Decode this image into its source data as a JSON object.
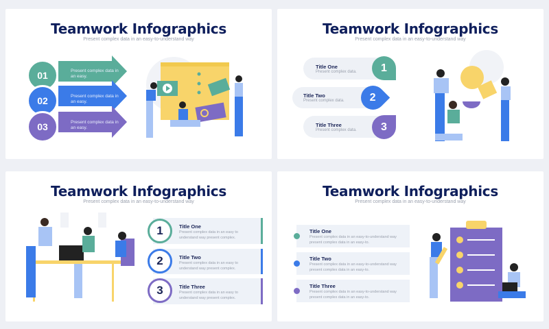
{
  "colors": {
    "teal": "#5aad9a",
    "blue": "#3b7be8",
    "purple": "#7d6bc4",
    "navy": "#0f1f5c"
  },
  "slides": [
    {
      "title": "Teamwork Infographics",
      "subtitle": "Present complex data in an easy-to-understand way",
      "items": [
        {
          "num": "01",
          "text": "Present complex data in an easy."
        },
        {
          "num": "02",
          "text": "Present complex data in an easy."
        },
        {
          "num": "03",
          "text": "Present complex data in an easy."
        }
      ]
    },
    {
      "title": "Teamwork Infographics",
      "subtitle": "Present complex data in an easy-to-understand way",
      "items": [
        {
          "num": "1",
          "title": "Title One",
          "text": "Present complex data."
        },
        {
          "num": "2",
          "title": "Title Two",
          "text": "Present complex data."
        },
        {
          "num": "3",
          "title": "Title Three",
          "text": "Present complex data."
        }
      ]
    },
    {
      "title": "Teamwork Infographics",
      "subtitle": "Present complex data in an easy-to-understand way",
      "items": [
        {
          "num": "1",
          "title": "Title One",
          "text": "Present complex data in an easy to understand way present complex."
        },
        {
          "num": "2",
          "title": "Title Two",
          "text": "Present complex data in an easy to understand way present complex."
        },
        {
          "num": "3",
          "title": "Title Three",
          "text": "Present complex data in an easy to understand way present complex."
        }
      ]
    },
    {
      "title": "Teamwork Infographics",
      "subtitle": "Present complex data in an easy-to-understand way",
      "items": [
        {
          "title": "Title One",
          "text": "Present complex data in an easy-to-understand way present complex data in an easy-to."
        },
        {
          "title": "Title Two",
          "text": "Present complex data in an easy-to-understand way present complex data in an easy-to."
        },
        {
          "title": "Title Three",
          "text": "Present complex data in an easy-to-understand way present complex data in an easy-to."
        }
      ]
    }
  ]
}
